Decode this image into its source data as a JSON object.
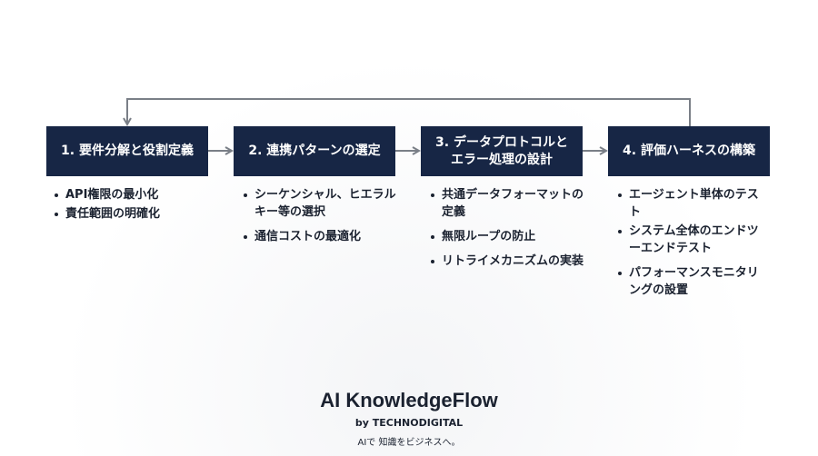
{
  "steps": [
    {
      "title": "1. 要件分解と役割定義",
      "bullets": [
        "API権限の最小化",
        "責任範囲の明確化"
      ]
    },
    {
      "title": "2. 連携パターンの選定",
      "bullets": [
        "シーケンシャル、ヒエラルキー等の選択",
        "通信コストの最適化"
      ]
    },
    {
      "title": "3. データプロトコルと\nエラー処理の設計",
      "bullets": [
        "共通データフォーマットの定義",
        "無限ループの防止",
        "リトライメカニズムの実装"
      ]
    },
    {
      "title": "4. 評価ハーネスの構築",
      "bullets": [
        "エージェント単体のテスト",
        "システム全体のエンドツーエンドテスト",
        "パフォーマンスモニタリングの設置"
      ]
    }
  ],
  "brand": {
    "name": "AI KnowledgeFlow",
    "by": "by TECHNODIGITAL",
    "tagline": "AIで 知識をビジネスへ。"
  },
  "colors": {
    "box": "#172645",
    "connector": "#7a7f87",
    "text": "#1b2230"
  }
}
